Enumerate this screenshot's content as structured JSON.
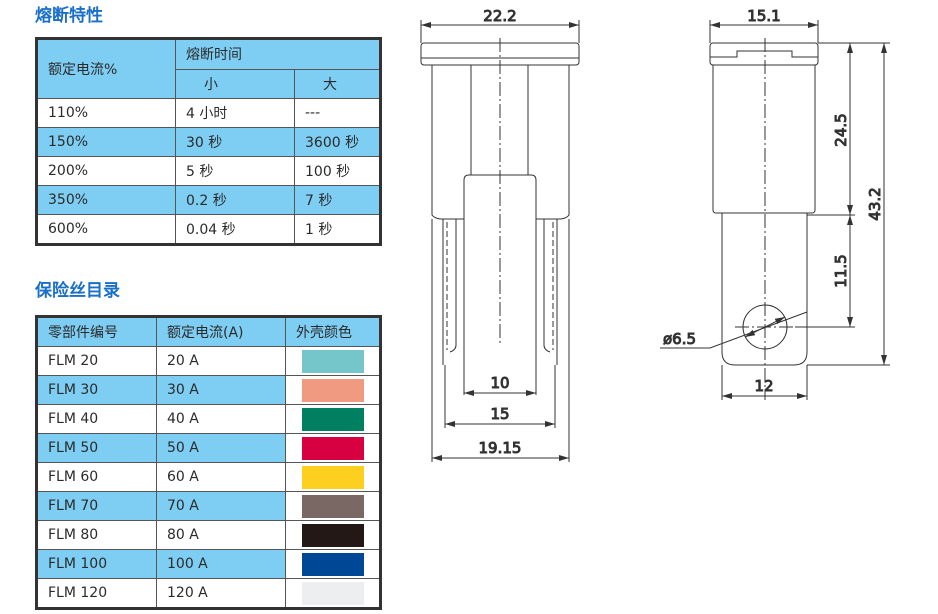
{
  "fusing": {
    "title": "熔断特性",
    "header": {
      "rated": "额定电流%",
      "time": "熔断时间",
      "min": "小",
      "max": "大"
    },
    "rows": [
      {
        "pct": "110%",
        "min": "4 小时",
        "max": "---"
      },
      {
        "pct": "150%",
        "min": "30 秒",
        "max": "3600 秒"
      },
      {
        "pct": "200%",
        "min": "5 秒",
        "max": "100 秒"
      },
      {
        "pct": "350%",
        "min": "0.2 秒",
        "max": "7 秒"
      },
      {
        "pct": "600%",
        "min": "0.04 秒",
        "max": "1 秒"
      }
    ]
  },
  "catalog": {
    "title": "保险丝目录",
    "header": {
      "part": "零部件编号",
      "rated": "额定电流(A)",
      "color": "外壳颜色"
    },
    "rows": [
      {
        "part": "FLM 20",
        "rated": "20 A",
        "color": "#74c6cb"
      },
      {
        "part": "FLM 30",
        "rated": "30 A",
        "color": "#f09a82"
      },
      {
        "part": "FLM 40",
        "rated": "40 A",
        "color": "#008060"
      },
      {
        "part": "FLM 50",
        "rated": "50 A",
        "color": "#d70040"
      },
      {
        "part": "FLM 60",
        "rated": "60 A",
        "color": "#fdd020"
      },
      {
        "part": "FLM 70",
        "rated": "70 A",
        "color": "#7a6865"
      },
      {
        "part": "FLM 80",
        "rated": "80 A",
        "color": "#231815"
      },
      {
        "part": "FLM 100",
        "rated": "100 A",
        "color": "#004896"
      },
      {
        "part": "FLM 120",
        "rated": "120 A",
        "color": "#edeef0"
      }
    ]
  },
  "drawing": {
    "front": {
      "width_top": "22.2",
      "tab": "10",
      "prongs": "15",
      "body": "19.15"
    },
    "side": {
      "width_top": "15.1",
      "upper": "24.5",
      "lower": "11.5",
      "total": "43.2",
      "hole": "ø6.5",
      "tab": "12"
    }
  }
}
